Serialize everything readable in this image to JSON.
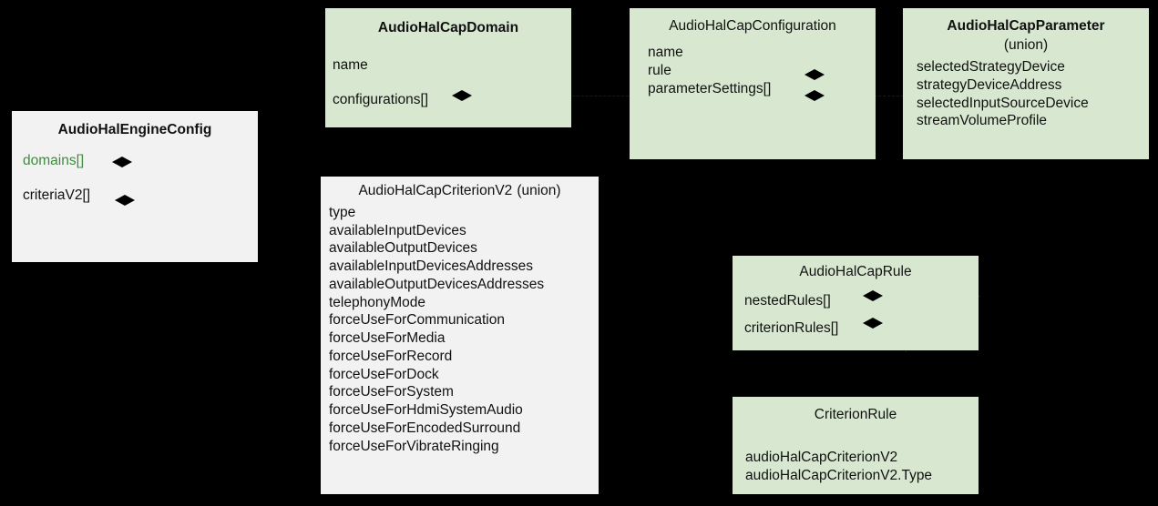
{
  "diagram": {
    "type": "uml-class-diagram",
    "background": "#000000",
    "palette": {
      "green_box": "#d8e8d0",
      "gray_box": "#f2f2f2",
      "text": "#111111",
      "accent_green_text": "#3f8b3f",
      "connector": "#1a1a1a"
    }
  },
  "nodes": {
    "engine_config": {
      "title": "AudioHalEngineConfig",
      "union": "",
      "attributes": [
        {
          "label": "domains[]",
          "color": "green"
        },
        {
          "label": "criteriaV2[]",
          "color": "default"
        }
      ]
    },
    "cap_domain": {
      "title": "AudioHalCapDomain",
      "union": "",
      "attributes": [
        {
          "label": "name",
          "color": "default"
        },
        {
          "label": "configurations[]",
          "color": "default"
        }
      ]
    },
    "cap_configuration": {
      "title": "AudioHalCapConfiguration",
      "union": "",
      "attributes": [
        {
          "label": "name",
          "color": "default"
        },
        {
          "label": "rule",
          "color": "default"
        },
        {
          "label": "parameterSettings[]",
          "color": "default"
        }
      ]
    },
    "cap_parameter": {
      "title": "AudioHalCapParameter",
      "union": "(union)",
      "attributes": [
        {
          "label": "selectedStrategyDevice",
          "color": "default"
        },
        {
          "label": "strategyDeviceAddress",
          "color": "default"
        },
        {
          "label": "selectedInputSourceDevice",
          "color": "default"
        },
        {
          "label": "streamVolumeProfile",
          "color": "default"
        }
      ]
    },
    "cap_criterion_v2": {
      "title": "AudioHalCapCriterionV2",
      "union": "(union)",
      "attributes": [
        {
          "label": "type",
          "color": "default"
        },
        {
          "label": "availableInputDevices",
          "color": "default"
        },
        {
          "label": "availableOutputDevices",
          "color": "default"
        },
        {
          "label": "availableInputDevicesAddresses",
          "color": "default"
        },
        {
          "label": "availableOutputDevicesAddresses",
          "color": "default"
        },
        {
          "label": "telephonyMode",
          "color": "default"
        },
        {
          "label": "forceUseForCommunication",
          "color": "default"
        },
        {
          "label": "forceUseForMedia",
          "color": "default"
        },
        {
          "label": "forceUseForRecord",
          "color": "default"
        },
        {
          "label": "forceUseForDock",
          "color": "default"
        },
        {
          "label": "forceUseForSystem",
          "color": "default"
        },
        {
          "label": "forceUseForHdmiSystemAudio",
          "color": "default"
        },
        {
          "label": "forceUseForEncodedSurround",
          "color": "default"
        },
        {
          "label": "forceUseForVibrateRinging",
          "color": "default"
        }
      ]
    },
    "cap_rule": {
      "title": "AudioHalCapRule",
      "union": "",
      "attributes": [
        {
          "label": "nestedRules[]",
          "color": "default"
        },
        {
          "label": "criterionRules[]",
          "color": "default"
        }
      ]
    },
    "criterion_rule": {
      "title": "CriterionRule",
      "union": "",
      "attributes": [
        {
          "label": "audioHalCapCriterionV2",
          "color": "default"
        },
        {
          "label": "audioHalCapCriterionV2.Type",
          "color": "default"
        }
      ]
    }
  },
  "relations": [
    {
      "from": "engine_config.domains[]",
      "to": "cap_domain",
      "kind": "composition"
    },
    {
      "from": "engine_config.criteriaV2[]",
      "to": "cap_criterion_v2",
      "kind": "composition"
    },
    {
      "from": "cap_domain.configurations[]",
      "to": "cap_configuration",
      "kind": "composition"
    },
    {
      "from": "cap_configuration.rule",
      "to": "cap_rule",
      "kind": "composition"
    },
    {
      "from": "cap_configuration.parameterSettings[]",
      "to": "cap_parameter",
      "kind": "composition"
    },
    {
      "from": "cap_rule.nestedRules[]",
      "to": "cap_rule",
      "kind": "composition"
    },
    {
      "from": "cap_rule.criterionRules[]",
      "to": "criterion_rule",
      "kind": "composition"
    }
  ]
}
